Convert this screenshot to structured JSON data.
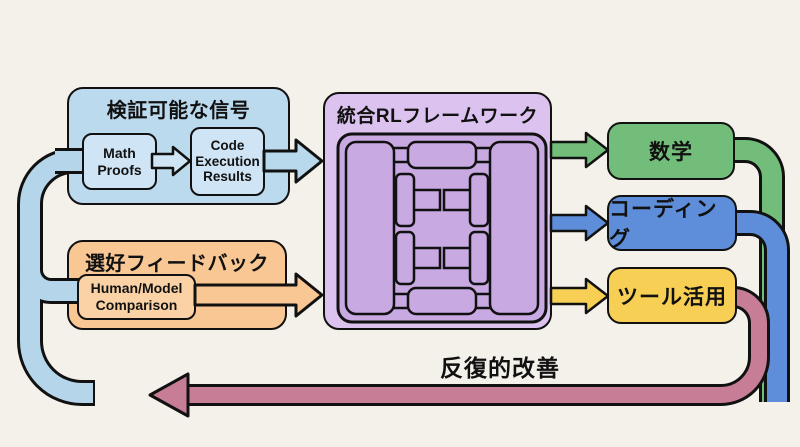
{
  "colors": {
    "background": "#f4f1ea",
    "outline": "#111111",
    "verifiable_blue": "#bcdaee",
    "inner_node_blue": "#cfe4f4",
    "loop_pipe_blue": "#b5d6ea",
    "preference_orange": "#f9c794",
    "inner_node_orange": "#fbd2a6",
    "framework_purple": "#dcc2ee",
    "framework_inner_purple": "#c9a9e2",
    "math_green": "#71bd79",
    "coding_blue": "#5e8ed9",
    "tool_yellow": "#f7cf55",
    "feedback_pink": "#c87d97"
  },
  "verifiable_group": {
    "title": "検証可能な信号",
    "math_node": "Math Proofs",
    "code_node": "Code Execution Results"
  },
  "preference_group": {
    "title": "選好フィードバック",
    "comparison_node": "Human/Model Comparison"
  },
  "framework": {
    "title": "統合RLフレームワーク"
  },
  "outputs": {
    "math": "数学",
    "coding": "コーディング",
    "tool": "ツール活用"
  },
  "loop": {
    "label": "反復的改善"
  }
}
